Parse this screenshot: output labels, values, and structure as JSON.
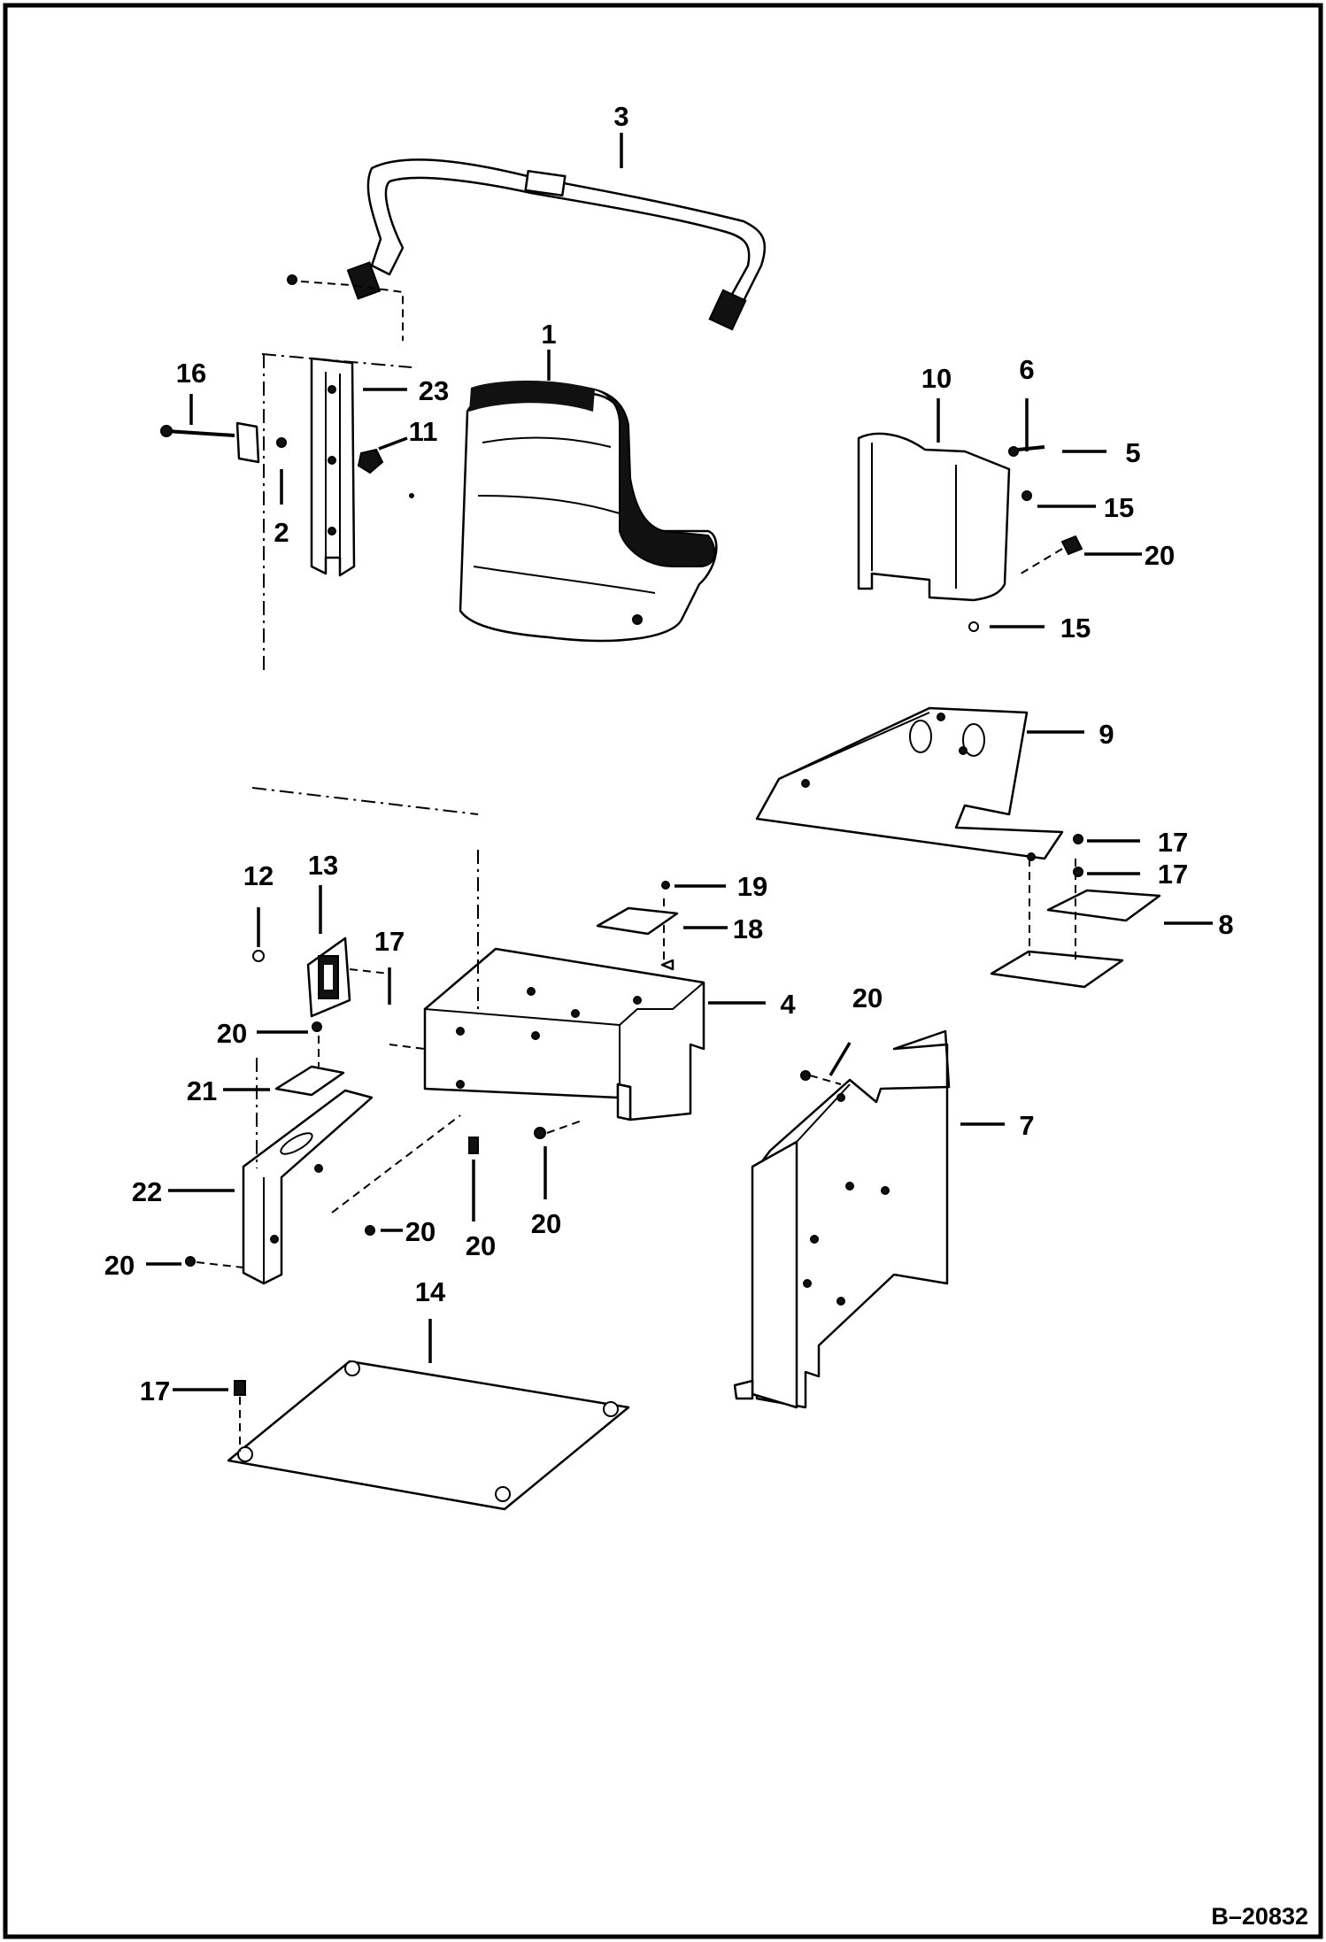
{
  "diagram": {
    "drawing_code": "B–20832",
    "callouts": {
      "c1": "1",
      "c2": "2",
      "c3": "3",
      "c4": "4",
      "c5": "5",
      "c6": "6",
      "c7": "7",
      "c8": "8",
      "c9": "9",
      "c10": "10",
      "c11": "11",
      "c12": "12",
      "c13": "13",
      "c14": "14",
      "c15a": "15",
      "c15b": "15",
      "c16": "16",
      "c17a": "17",
      "c17b": "17",
      "c17c": "17",
      "c17d": "17",
      "c18": "18",
      "c19": "19",
      "c20a": "20",
      "c20b": "20",
      "c20c": "20",
      "c20d": "20",
      "c20e": "20",
      "c20f": "20",
      "c20g": "20",
      "c21": "21",
      "c22": "22",
      "c23": "23"
    }
  }
}
